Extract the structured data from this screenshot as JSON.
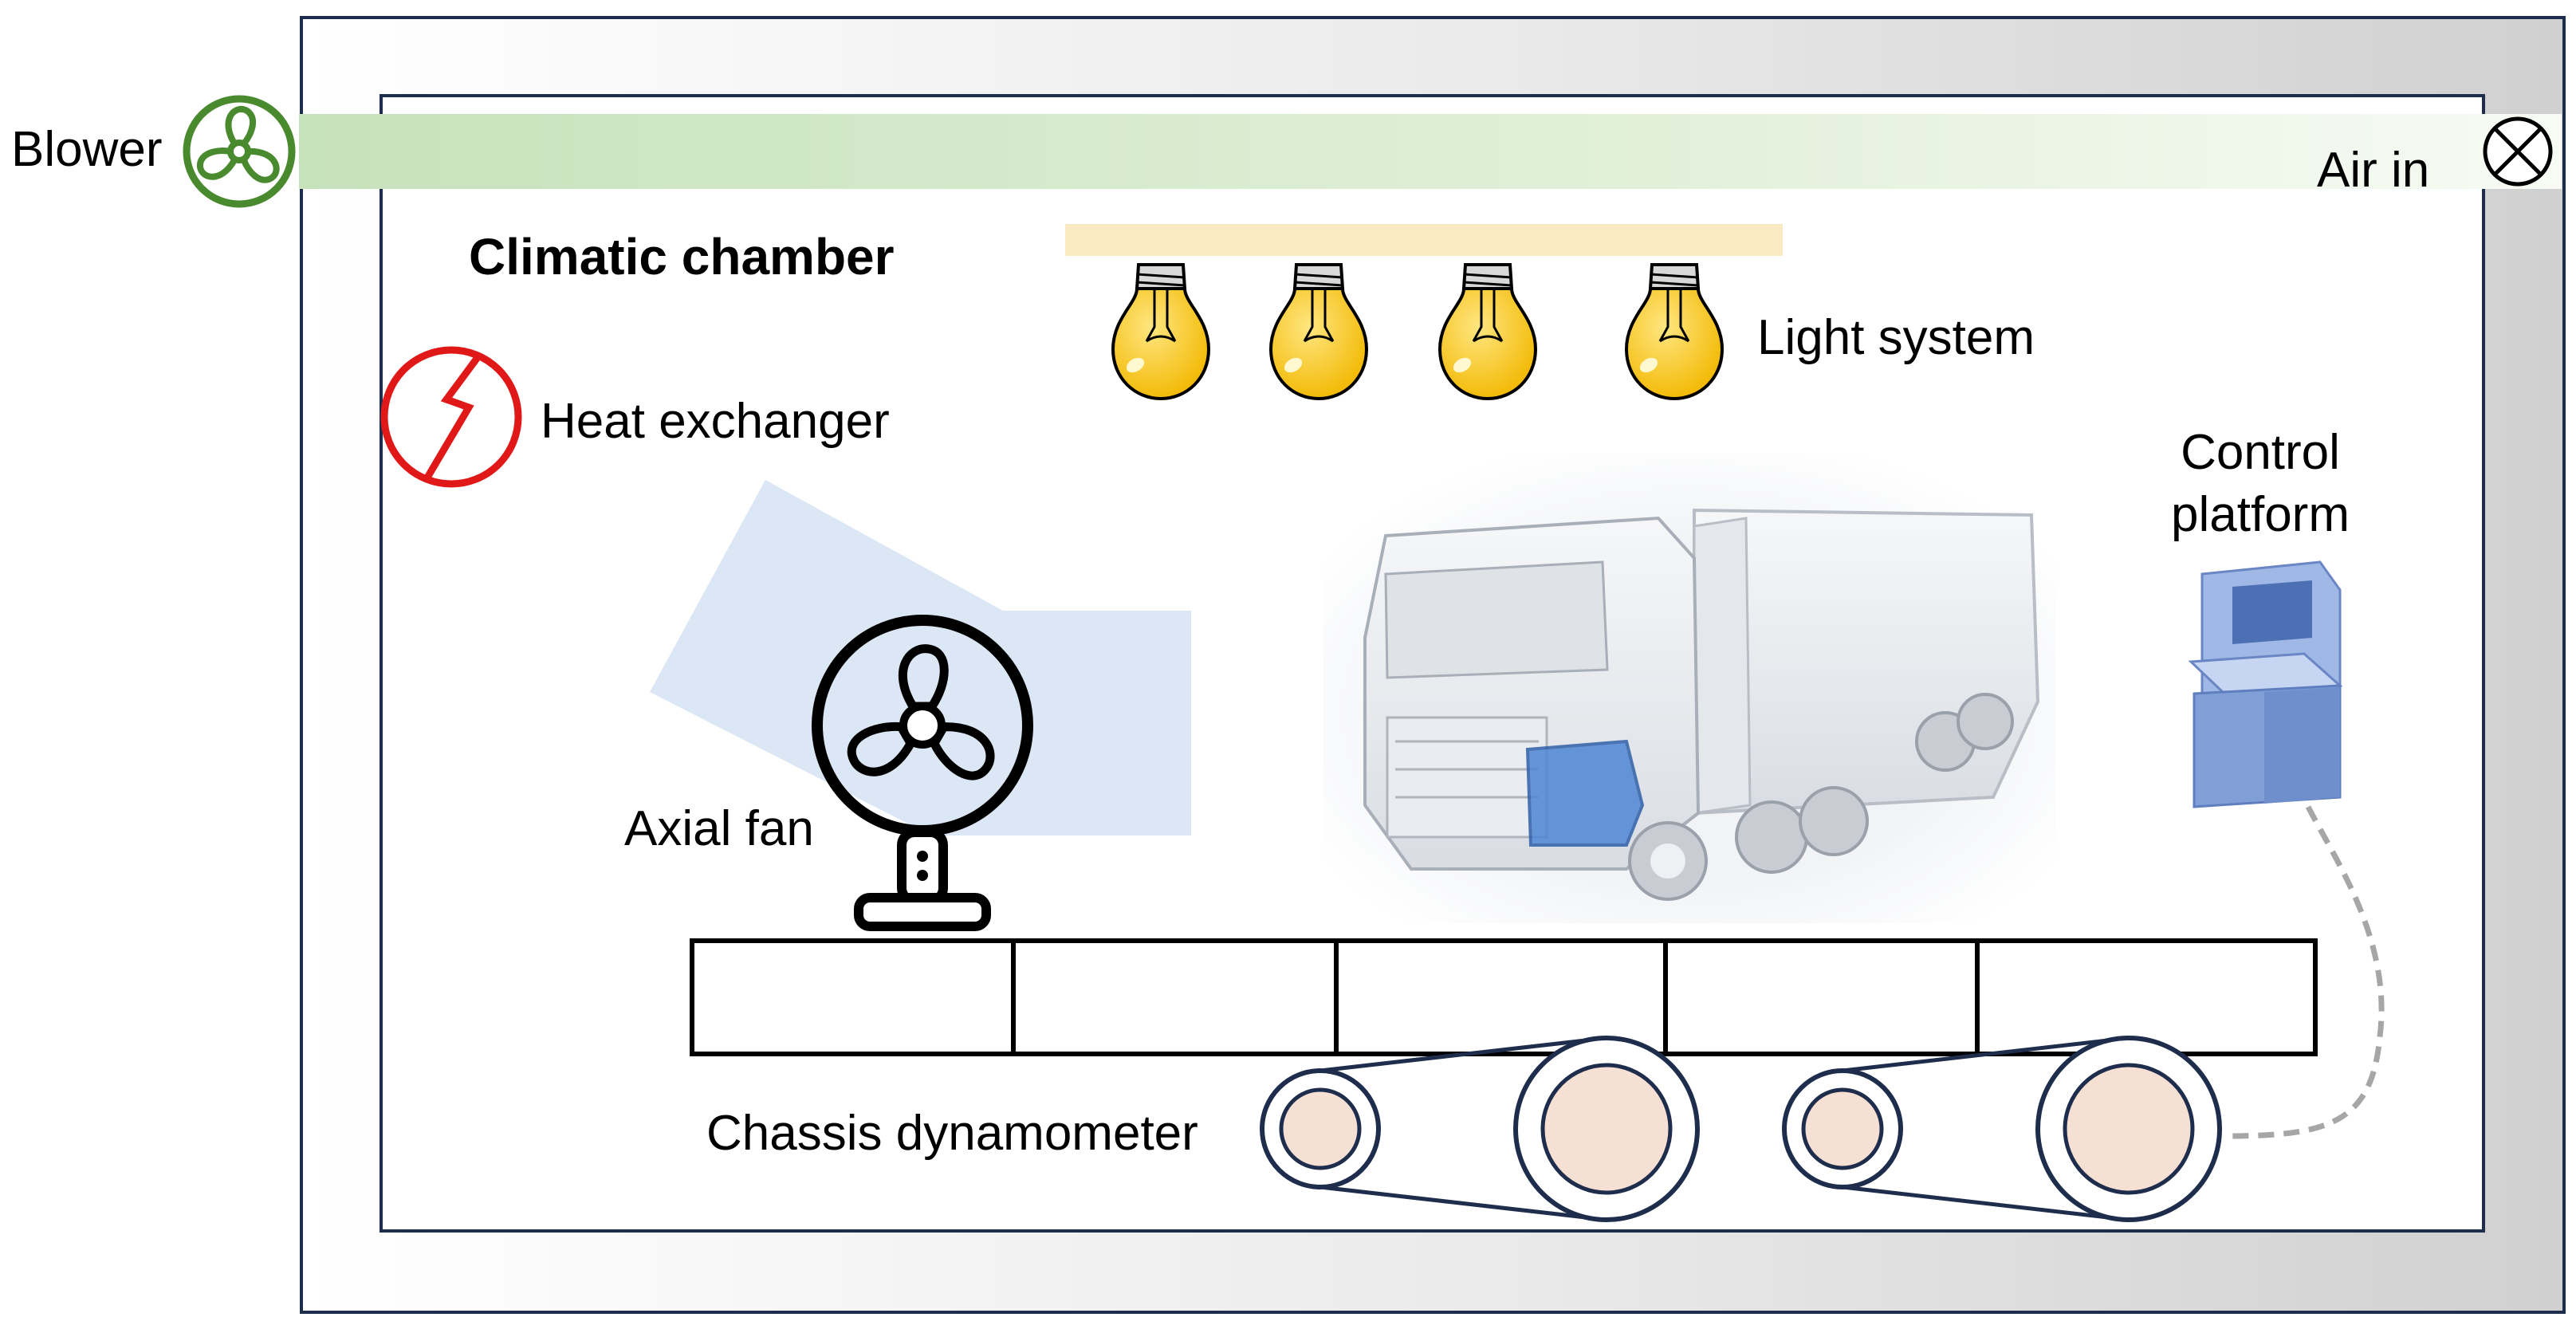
{
  "labels": {
    "blower": "Blower",
    "air_in": "Air in",
    "climatic_chamber": "Climatic chamber",
    "light_system": "Light system",
    "heat_exchanger": "Heat exchanger",
    "control_platform_line1": "Control",
    "control_platform_line2": "platform",
    "axial_fan": "Axial fan",
    "chassis_dynamometer": "Chassis dynamometer"
  },
  "icons": {
    "blower": "blower-fan-icon",
    "air_in": "air-inlet-valve-icon",
    "heat_exchanger": "heat-exchanger-icon",
    "light": "light-bulb-icon",
    "axial_fan": "axial-fan-icon",
    "truck": "truck-image",
    "control_platform": "control-console-icon"
  },
  "colors": {
    "frame_border": "#1f2d4d",
    "duct_green": "#cfe6c4",
    "blower_green": "#4a8a2e",
    "heat_red": "#e01818",
    "light_strip": "#fbe9c2",
    "bulb_yellow": "#f7c500",
    "airflow_blue": "#dbe7f5",
    "roller_fill": "#f6e0d4",
    "console_blue": "#7f9fd6",
    "connector_grey": "#a6a6a6"
  }
}
